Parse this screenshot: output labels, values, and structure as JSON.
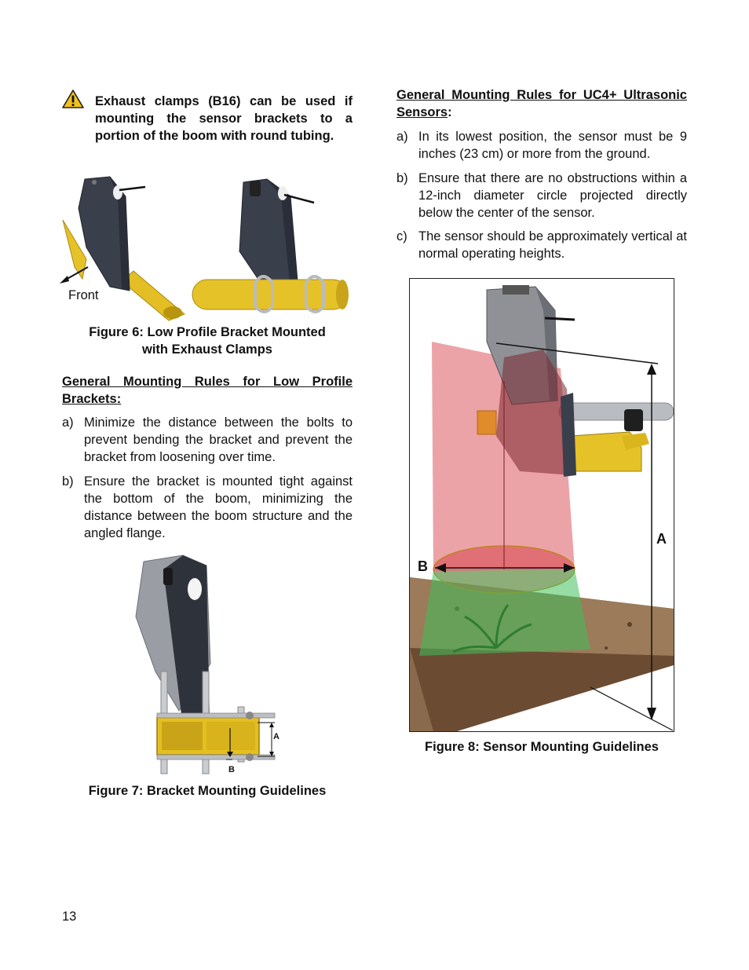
{
  "warning": {
    "icon": "warning-triangle-icon",
    "text": "Exhaust clamps (B16) can be used if mounting the sensor brackets to a portion of the boom with round tubing."
  },
  "figure6": {
    "front_label": "Front",
    "caption_line1": "Figure 6: Low Profile Bracket Mounted",
    "caption_line2": "with Exhaust Clamps"
  },
  "low_profile": {
    "heading": "General Mounting Rules for Low Profile Brackets:",
    "items": [
      {
        "label": "a)",
        "text": "Minimize the distance between the bolts to prevent bending the bracket and prevent the bracket from loosening over time."
      },
      {
        "label": "b)",
        "text": "Ensure the bracket is mounted tight against the bottom of the boom, minimizing the distance between the boom structure and the angled flange."
      }
    ]
  },
  "figure7": {
    "label_a": "A",
    "label_b": "B",
    "caption": "Figure 7: Bracket Mounting Guidelines"
  },
  "uc4": {
    "heading": "General Mounting Rules for UC4+ Ultrasonic Sensors",
    "heading_suffix": ":",
    "items": [
      {
        "label": "a)",
        "text": "In its lowest position, the sensor must be 9 inches (23 cm) or more from the ground."
      },
      {
        "label": "b)",
        "text": "Ensure that there are no obstructions within a 12-inch diameter circle projected directly below the center of the sensor."
      },
      {
        "label": "c)",
        "text": "The sensor should be approximately vertical at normal operating heights."
      }
    ]
  },
  "figure8": {
    "label_a": "A",
    "label_b": "B",
    "caption": "Figure 8: Sensor Mounting Guidelines"
  },
  "page_number": "13",
  "colors": {
    "bracket": "#3a3f4c",
    "pipe": "#d9b51e",
    "cone_red": "#d9474f",
    "cone_green": "#3fbf5a",
    "soil": "#7a5a3e"
  }
}
